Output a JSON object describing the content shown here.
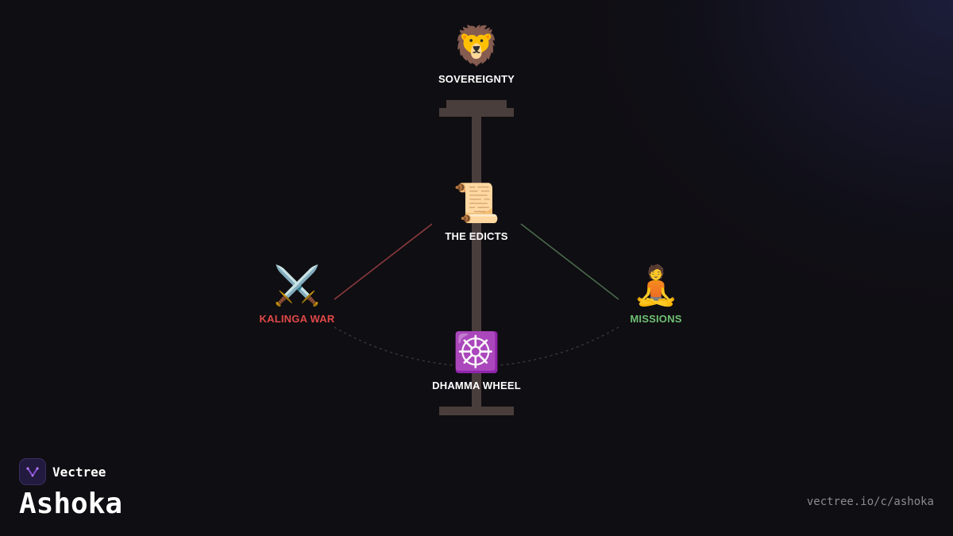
{
  "diagram": {
    "nodes": [
      {
        "id": "sovereignty",
        "emoji": "🦁",
        "label": "SOVEREIGNTY",
        "color": "#ffffff"
      },
      {
        "id": "edicts",
        "emoji": "📜",
        "label": "THE EDICTS",
        "color": "#ffffff"
      },
      {
        "id": "kalinga",
        "emoji": "⚔️",
        "label": "KALINGA WAR",
        "color": "#e04848"
      },
      {
        "id": "missions",
        "emoji": "🧘",
        "label": "MISSIONS",
        "color": "#6fbf73"
      },
      {
        "id": "wheel",
        "emoji": "☸️",
        "label": "DHAMMA WHEEL",
        "color": "#ffffff"
      }
    ],
    "connector_colors": {
      "pillar": "#4a3e3c",
      "kalinga_link": "#8a3a3f",
      "missions_link": "#4a6a4c",
      "dotted_arc": "#3a3a40"
    }
  },
  "brand": {
    "name": "Vectree",
    "logo_icon": "vectree-logo-icon",
    "accent": "#8b4fd8"
  },
  "page": {
    "title": "Ashoka",
    "url": "vectree.io/c/ashoka"
  }
}
